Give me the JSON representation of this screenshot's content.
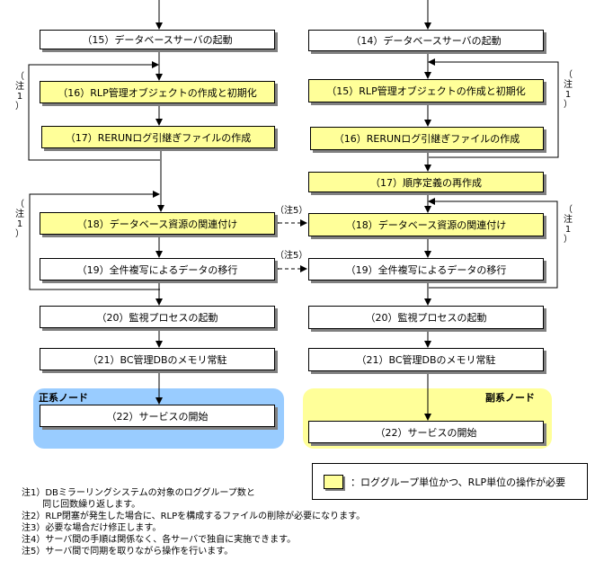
{
  "primary_node": {
    "label": "正系ノード",
    "color": "#99ccff",
    "steps": [
      {
        "id": "p15",
        "label": "（15）データベースサーバの起動",
        "highlight": false
      },
      {
        "id": "p16",
        "label": "（16）RLP管理オブジェクトの作成と初期化",
        "highlight": true
      },
      {
        "id": "p17",
        "label": "（17）RERUNログ引継ぎファイルの作成",
        "highlight": true
      },
      {
        "id": "p18",
        "label": "（18）データベース資源の関連付け",
        "highlight": true
      },
      {
        "id": "p19",
        "label": "（19）全件複写によるデータの移行",
        "highlight": false
      },
      {
        "id": "p20",
        "label": "（20）監視プロセスの起動",
        "highlight": false
      },
      {
        "id": "p21",
        "label": "（21）BC管理DBのメモリ常駐",
        "highlight": false
      },
      {
        "id": "p22",
        "label": "（22）サービスの開始",
        "highlight": false
      }
    ]
  },
  "secondary_node": {
    "label": "副系ノード",
    "color": "#ffff99",
    "steps": [
      {
        "id": "s14",
        "label": "（14）データベースサーバの起動",
        "highlight": false
      },
      {
        "id": "s15",
        "label": "（15）RLP管理オブジェクトの作成と初期化",
        "highlight": true
      },
      {
        "id": "s16",
        "label": "（16）RERUNログ引継ぎファイルの作成",
        "highlight": true
      },
      {
        "id": "s17",
        "label": "（17）順序定義の再作成",
        "highlight": true
      },
      {
        "id": "s18",
        "label": "（18）データベース資源の関連付け",
        "highlight": true
      },
      {
        "id": "s19",
        "label": "（19）全件複写によるデータの移行",
        "highlight": false
      },
      {
        "id": "s20",
        "label": "（20）監視プロセスの起動",
        "highlight": false
      },
      {
        "id": "s21",
        "label": "（21）BC管理DBのメモリ常駐",
        "highlight": false
      },
      {
        "id": "s22",
        "label": "（22）サービスの開始",
        "highlight": false
      }
    ]
  },
  "loop_note": [
    "注",
    "1",
    "）"
  ],
  "loop_note_open": "（",
  "sync_note": "（注5）",
  "legend": {
    "swatch_color": "#ffff99",
    "text": "：ロググループ単位かつ、RLP単位の操作が必要"
  },
  "notes": [
    "注1）DBミラーリングシステムの対象のロググループ数と",
    "　　 同じ回数繰り返します。",
    "注2）RLP閉塞が発生した場合に、RLPを構成するファイルの削除が必要になります。",
    "注3）必要な場合だけ修正します。",
    "注4）サーバ間の手順は関係なく、各サーバで独自に実施できます。",
    "注5）サーバ間で同期を取りながら操作を行います。"
  ]
}
